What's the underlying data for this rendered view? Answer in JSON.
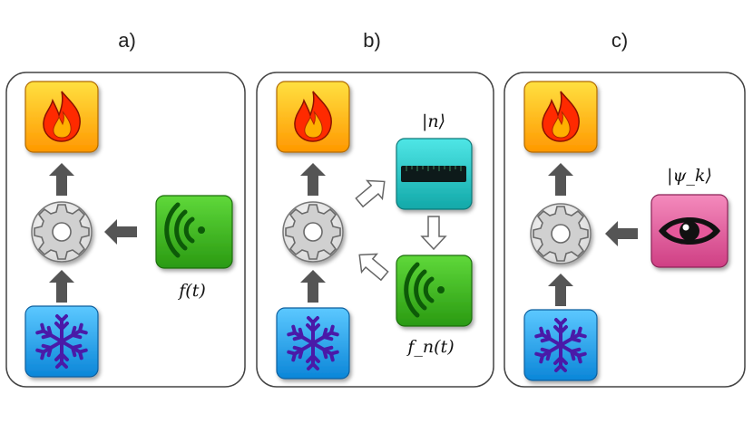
{
  "panels": [
    {
      "label": "a)",
      "drive_label": "f(t)"
    },
    {
      "label": "b)",
      "measure_label": "|n⟩",
      "drive_label": "f_n(t)"
    },
    {
      "label": "c)",
      "observe_label": "|ψ_k⟩"
    }
  ],
  "colors": {
    "hot_reservoir": "#ffb000",
    "cold_reservoir": "#1aa0f0",
    "drive": "#3cb81e",
    "measurement": "#1fc6c6",
    "observer": "#e4589a",
    "engine": "#d8d8d8",
    "arrow": "#555555"
  },
  "icons": [
    "flame-icon",
    "gear-icon",
    "snowflake-icon",
    "wifi-signal-icon",
    "ruler-icon",
    "eye-icon"
  ]
}
